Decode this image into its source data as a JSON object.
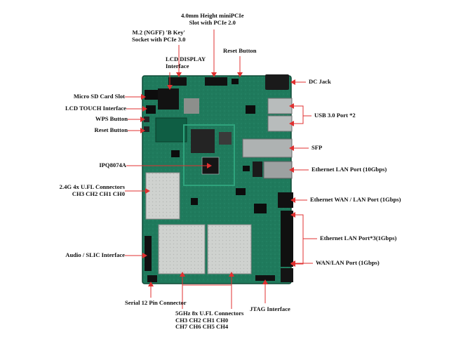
{
  "labels": {
    "minipcie_l1": "4.0mm Height miniPCIe",
    "minipcie_l2": "Slot with PCIe 2.0",
    "m2_l1": "M.2 (NGFF) 'B Key'",
    "m2_l2": "Socket with PCIe 3.0",
    "reset_top": "Reset Button",
    "lcd_display_l1": "LCD DISPLAY",
    "lcd_display_l2": "Interface",
    "dc_jack": "DC Jack",
    "micro_sd": "Micro SD Card Slot",
    "lcd_touch": "LCD TOUCH Interface",
    "wps": "WPS Button",
    "reset_left": "Reset Button",
    "usb": "USB 3.0 Port *2",
    "sfp": "SFP",
    "ipq": "IPQ8074A",
    "eth_10g": "Ethernet LAN Port (10Gbps)",
    "ufl24_l1": "2.4G 4x U.FL Connectors",
    "ufl24_l2": "CH3 CH2 CH1 CH0",
    "eth_wan": "Ethernet WAN / LAN Port (1Gbps)",
    "eth_lan3": "Ethernet LAN Port*3(1Gbps)",
    "audio": "Audio / SLIC Interface",
    "wan_lan": "WAN/LAN Port (1Gbps)",
    "serial": "Serial 12 Pin Connector",
    "ufl5_l1": "5GHz 8x U.FL Connectors",
    "ufl5_l2": "CH3 CH2 CH1 CH0",
    "ufl5_l3": "CH7 CH6 CH5 CH4",
    "jtag": "JTAG Interface"
  },
  "colors": {
    "arrow": "#e03030",
    "board": "#1f7a5c",
    "board_dark": "#145540",
    "shield": "#c9ccc9"
  }
}
